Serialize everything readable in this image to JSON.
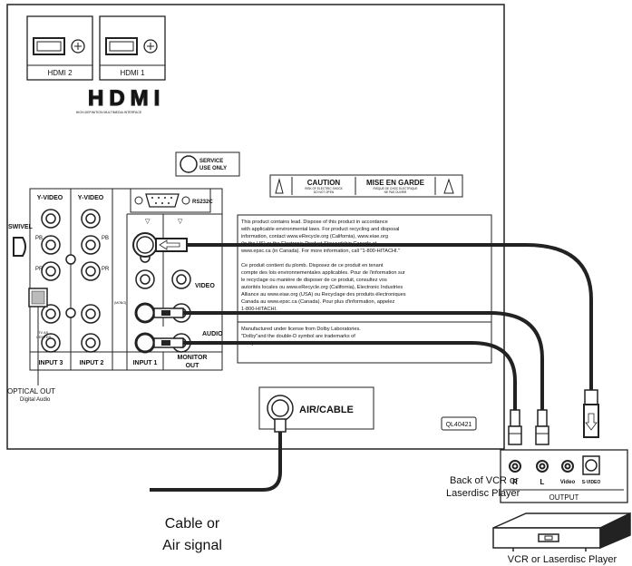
{
  "panel": {
    "hdmi2": "HDMI 2",
    "hdmi1": "HDMI 1",
    "hdmi_logo": "HDMI",
    "hdmi_tagline": "HIGH-DEFINITION MULTIMEDIA INTERFACE",
    "service": [
      "SERVICE",
      "USE ONLY"
    ],
    "rs232": "RS232C",
    "caution": "CAUTION",
    "caution_sub": [
      "RISK OF ELECTRIC SHOCK",
      "DO NOT OPEN"
    ],
    "mise": "MISE EN GARDE",
    "mise_sub": [
      "RISQUE DE CHOC ELECTRIQUE",
      "NE PAS OUVRIR"
    ],
    "yvideo": "Y-VIDEO",
    "pb": "PB",
    "pr": "PR",
    "mono": "(MONO)",
    "tv_as_center": [
      "TV AS",
      "CENTER"
    ],
    "input3": "INPUT 3",
    "input2": "INPUT 2",
    "input1": "INPUT 1",
    "monitor_out": [
      "MONITOR",
      "OUT"
    ],
    "video": "VIDEO",
    "audio": "AUDIO",
    "swivel": "SWIVEL",
    "optical": "OPTICAL  OUT",
    "digital_audio": "Digital Audio",
    "air_cable": "AIR/CABLE",
    "model": "QL40421",
    "notice_en": [
      "This product contains lead. Dispose of this product in accordance",
      "with applicable environmental laws. For product recycling and disposal",
      "information, contact www.eRecycle.org (California), www.eiae.org",
      "(in the US) or the Electronic Product Stewardship Canada at",
      "www.epsc.ca (in Canada). For more information, call \"1-800-HITACHI.\""
    ],
    "notice_fr": [
      "Ce produit contient du plomb. Disposez de ce produit en tenant",
      "compte des lois environnementales applicables. Pour de l'information sur",
      "le recyclage ou manière de disposer de ce produit, consultez vos",
      "autorités locales ou www.eRecycle.org (California), Electronic Industries",
      "Alliance au www.eiae.org (USA) ou Recyclage des produits électroniques",
      "Canada au www.epsc.ca (Canada). Pour plus d'information, appelez",
      "1-800-HITACHI."
    ],
    "dolby": [
      "Manufactured under license from Dolby Laboratories.",
      "\"Dolby\"and the double-D symbol are trademarks of",
      "Dolby Laboratories."
    ]
  },
  "vcr": {
    "back_label": [
      "Back of VCR or",
      "Laserdisc Player"
    ],
    "r": "R",
    "l": "L",
    "video": "Video",
    "svideo": "S-VIDEO",
    "output": "OUTPUT",
    "device_label": "VCR or Laserdisc Player"
  },
  "cable_label": [
    "Cable or",
    "Air signal"
  ]
}
